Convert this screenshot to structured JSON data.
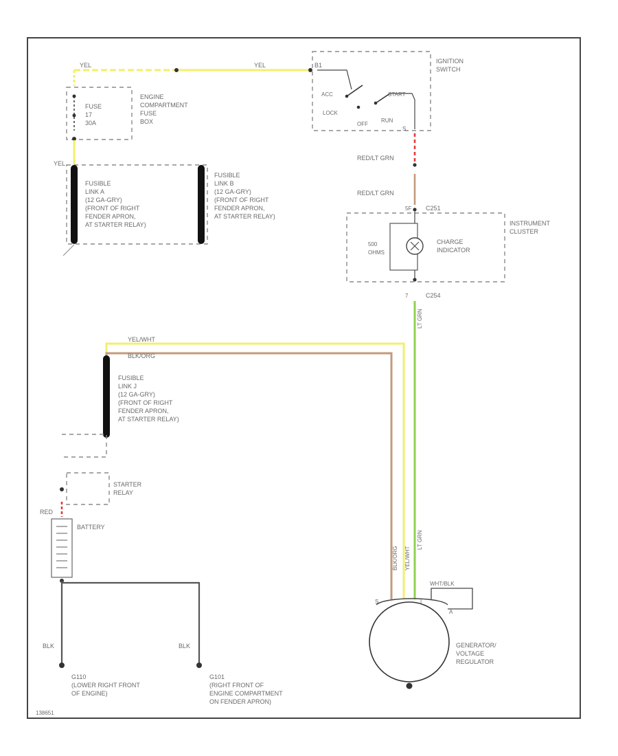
{
  "diagram": {
    "figure_id": "138651",
    "colors": {
      "yel": "#f2ef6c",
      "red": "#e23b3b",
      "brn": "#c39a7c",
      "grn": "#8fd14f",
      "link": "#111111",
      "wire_blk": "#555555"
    },
    "wire_labels": {
      "yel_top_left": "YEL",
      "yel_top_right": "YEL",
      "yel_fuse_out": "YEL",
      "red_lt_grn_1": "RED/LT GRN",
      "red_lt_grn_2": "RED/LT GRN",
      "yel_wht": "YEL/WHT",
      "blk_org": "BLK/ORG",
      "red_batt": "RED",
      "blk_left": "BLK",
      "blk_right": "BLK",
      "vert_blk_org": "BLK/ORG",
      "vert_yel_wht": "YEL/WHT",
      "vert_grn": "LT GRN"
    },
    "fuse": {
      "lines": [
        "FUSE",
        "17",
        "30A"
      ],
      "box_lines": [
        "ENGINE",
        "COMPARTMENT",
        "FUSE",
        "BOX"
      ]
    },
    "fusible_link_a": [
      "FUSIBLE",
      "LINK A",
      "(12 GA-GRY)",
      "(FRONT OF RIGHT",
      "FENDER APRON,",
      "AT STARTER RELAY)"
    ],
    "fusible_link_b": [
      "FUSIBLE",
      "LINK B",
      "(12 GA-GRY)",
      "(FRONT OF RIGHT",
      "FENDER APRON,",
      "AT STARTER RELAY)"
    ],
    "fusible_link_j": [
      "FUSIBLE",
      "LINK J",
      "(12 GA-GRY)",
      "(FRONT OF RIGHT",
      "FENDER APRON,",
      "AT STARTER RELAY)"
    ],
    "ignition": {
      "title_lines": [
        "IGNITION",
        "SWITCH"
      ],
      "pin_b1": "B1",
      "pin_s": "S",
      "acc": "ACC",
      "start": "START",
      "lock": "LOCK",
      "off": "OFF",
      "run": "RUN"
    },
    "cluster": {
      "title_lines": [
        "INSTRUMENT",
        "CLUSTER"
      ],
      "resistor_lines": [
        "500",
        "OHMS"
      ],
      "indicator_lines": [
        "CHARGE",
        "INDICATOR"
      ],
      "conn_top_pin": "5F",
      "conn_top": "C251",
      "conn_bot_pin": "7",
      "conn_bot": "C254"
    },
    "starter_relay": [
      "STARTER",
      "RELAY"
    ],
    "battery": "BATTERY",
    "generator": {
      "lines": [
        "GENERATOR/",
        "VOLTAGE",
        "REGULATOR"
      ],
      "wire_label": "WHT/BLK",
      "pin_a": "A",
      "pin_s": "S",
      "pin_i": "I"
    },
    "ground_g110": [
      "G110",
      "(LOWER RIGHT FRONT",
      "OF ENGINE)"
    ],
    "ground_g101": [
      "G101",
      "(RIGHT FRONT OF",
      "ENGINE COMPARTMENT",
      "ON FENDER APRON)"
    ]
  }
}
